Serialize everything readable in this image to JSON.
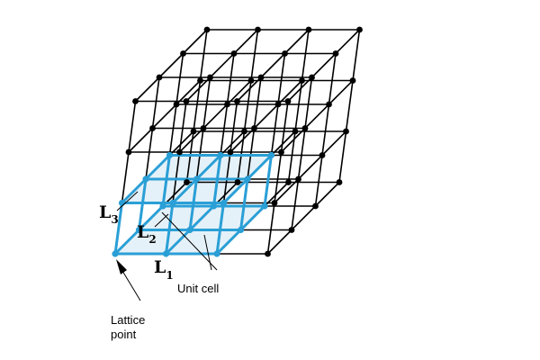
{
  "colors": {
    "lattice_line": "#000000",
    "lattice_point": "#000000",
    "cell_edge": "#2a9fd6",
    "cell_point": "#2a9fd6",
    "cell_fill": "#cfe6f3"
  },
  "labels": {
    "l1": {
      "main": "L",
      "sub": "1"
    },
    "l2": {
      "main": "L",
      "sub": "2"
    },
    "l3": {
      "main": "L",
      "sub": "3"
    },
    "unit_cell": "Unit cell",
    "lattice_point_line1": "Lattice",
    "lattice_point_line2": "point"
  },
  "lattice": {
    "size": [
      3,
      3,
      3
    ]
  },
  "unit_cell": {
    "cells": [
      2,
      2,
      1
    ]
  }
}
